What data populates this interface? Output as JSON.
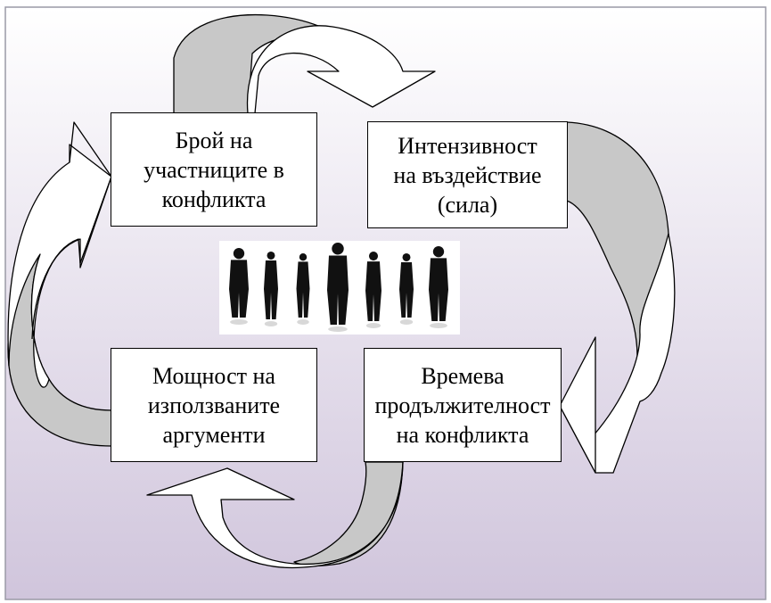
{
  "colors": {
    "bg_top": "#ffffff",
    "bg_bottom": "#d0c5dc",
    "frame": "#9a9aa6",
    "arrow_fill": "#ffffff",
    "arrow_shade": "#c8c8c8",
    "outline": "#000000",
    "silhouette": "#111111"
  },
  "boxes": {
    "top_left": {
      "lines": [
        "Брой на",
        "участниците в",
        "конфликта"
      ]
    },
    "top_right": {
      "lines": [
        "Интензивност",
        "на въздействие",
        "(сила)"
      ]
    },
    "bottom_right": {
      "lines": [
        "Времева",
        "продължителност",
        "на конфликта"
      ]
    },
    "bottom_left": {
      "lines": [
        "Мощност на",
        "използваните",
        "аргументи"
      ]
    }
  },
  "center_image": {
    "icon": "people-silhouettes-icon",
    "figures": 7
  }
}
